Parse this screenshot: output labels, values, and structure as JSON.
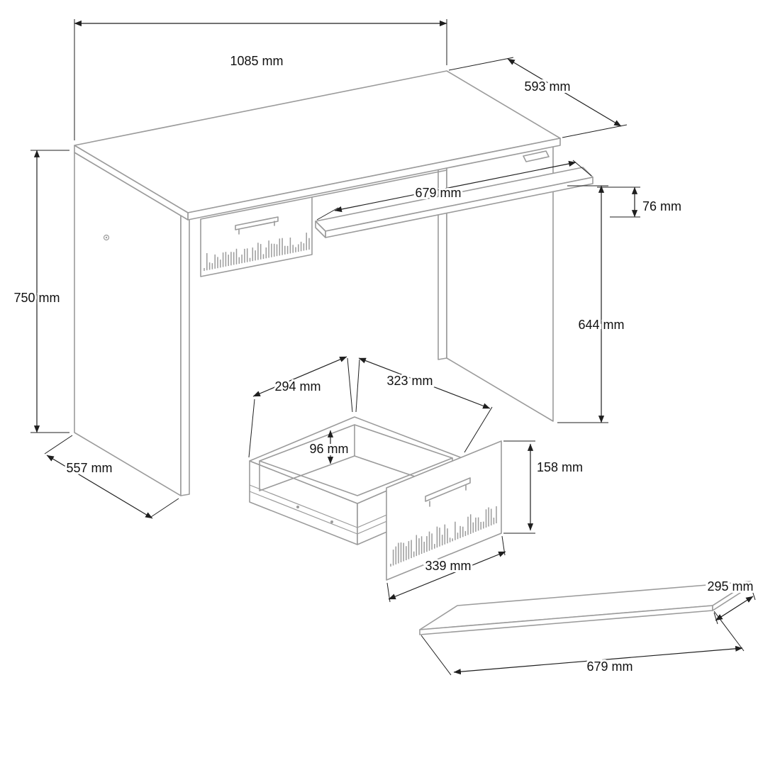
{
  "diagram": {
    "subject": "desk-technical-drawing",
    "colors": {
      "furniture_line": "#9b9b9b",
      "dimension_line": "#1f1f1f",
      "background": "#ffffff"
    },
    "labels": {
      "desk_width": "1085 mm",
      "desk_depth": "593 mm",
      "tray_length": "679 mm",
      "tray_height": "76 mm",
      "desk_height": "750 mm",
      "underdesk_height": "644 mm",
      "side_panel_depth": "557 mm",
      "drawer_inner_width": "294 mm",
      "drawer_inner_depth": "323 mm",
      "drawer_inner_height": "96 mm",
      "drawer_front_height": "158 mm",
      "drawer_front_width": "339 mm",
      "shelf_depth": "295 mm",
      "shelf_length": "679 mm"
    }
  }
}
